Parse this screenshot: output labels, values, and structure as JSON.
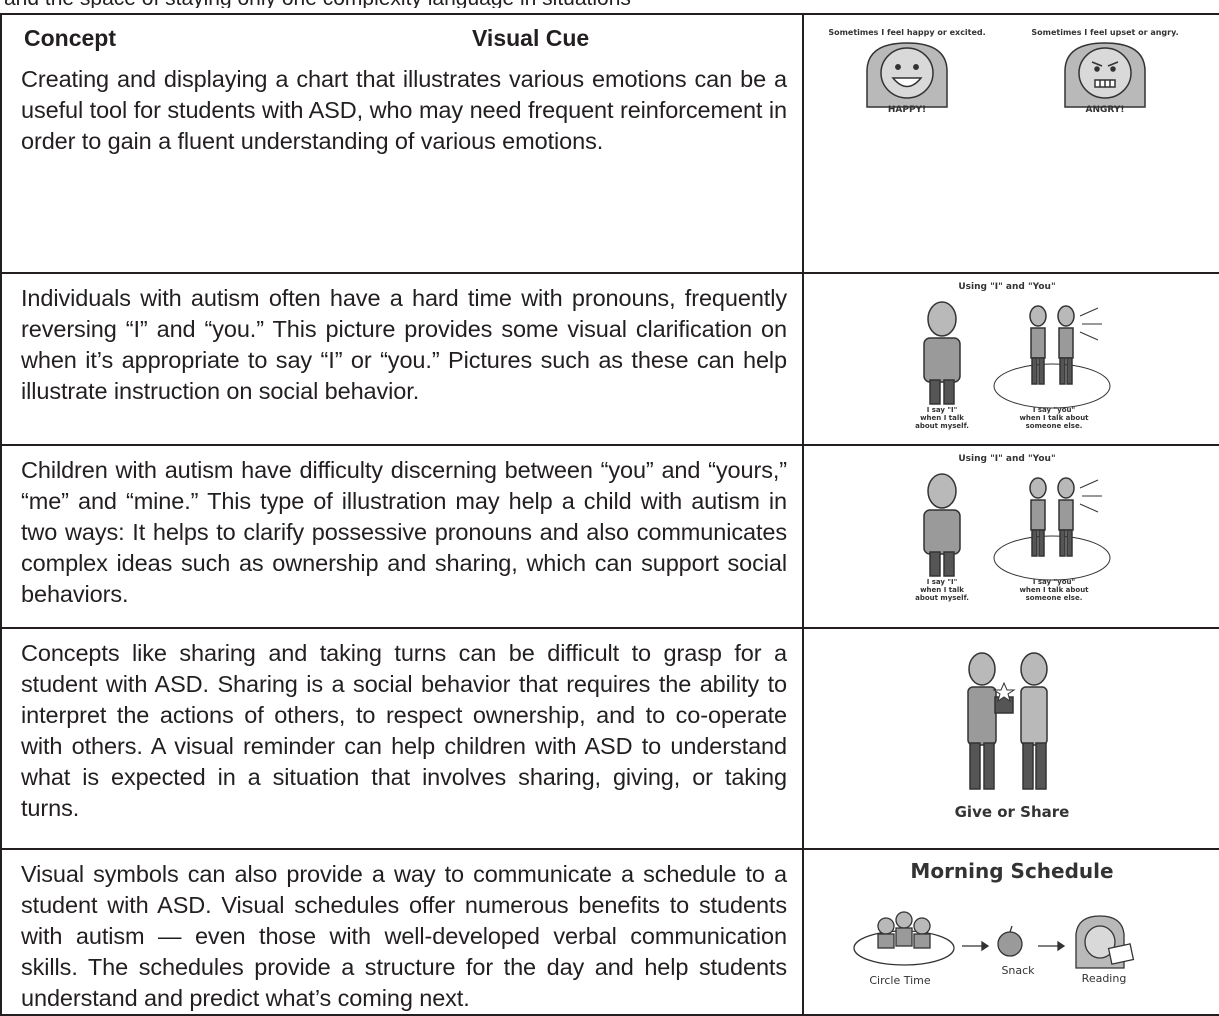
{
  "top_fragment": "and the space of staying only one complexity language in situations",
  "table": {
    "header": {
      "concept": "Concept",
      "visual_cue": "Visual Cue"
    },
    "rows": [
      {
        "text": "Creating and displaying a chart that illustrates various emotions can be a useful tool for students with ASD, who may need frequent reinforcement in order to gain a fluent understanding of various emotions.",
        "image": {
          "icon": "emotions-faces-icon",
          "captions": {
            "happy_top": "Sometimes I feel happy or excited.",
            "angry_top": "Sometimes I feel upset or angry.",
            "happy_label": "HAPPY!",
            "angry_label": "ANGRY!"
          }
        }
      },
      {
        "text": "Individuals with autism often have a hard time with pronouns, frequently reversing “I” and “you.” This picture provides some visual clarification on when it’s appropriate to say “I” or “you.” Pictures such as these can help illustrate instruction on social behavior.",
        "image": {
          "icon": "i-and-you-pronouns-icon",
          "captions": {
            "title": "Using \"I\" and \"You\"",
            "left_1": "I say \"I\"",
            "left_2": "when I talk",
            "left_3": "about myself.",
            "right_1": "I say \"you\"",
            "right_2": "when I talk about",
            "right_3": "someone else."
          }
        }
      },
      {
        "text": "Children with autism have difficulty discerning between “you” and “yours,” “me” and “mine.” This type of illustration may help a child with autism in two ways: It helps to clarify possessive pronouns and also communicates complex ideas such as ownership and sharing, which can support social behaviors.",
        "image": {
          "icon": "i-and-you-pronouns-icon",
          "captions": {
            "title": "Using \"I\" and \"You\"",
            "left_1": "I say \"I\"",
            "left_2": "when I talk",
            "left_3": "about myself.",
            "right_1": "I say \"you\"",
            "right_2": "when I talk about",
            "right_3": "someone else."
          }
        }
      },
      {
        "text": "Concepts like sharing and taking turns can be difficult to grasp for a student with ASD. Sharing is a social behavior that requires the ability to interpret the actions of others, to respect ownership, and to co-operate with others. A visual reminder can help children with ASD to understand what is expected in a situation that involves sharing, giving, or taking turns.",
        "image": {
          "icon": "give-or-share-icon",
          "captions": {
            "label": "Give or Share"
          }
        }
      },
      {
        "text": "Visual symbols can also provide a way to communicate a schedule to a student with ASD. Visual schedules offer numerous benefits to students with autism — even those with well-developed verbal communication skills. The schedules provide a structure for the day and help students understand and predict what’s coming next.",
        "image": {
          "icon": "morning-schedule-icon",
          "captions": {
            "title": "Morning Schedule",
            "step_1": "Circle Time",
            "step_2": "Snack",
            "step_3": "Reading"
          }
        }
      }
    ]
  }
}
